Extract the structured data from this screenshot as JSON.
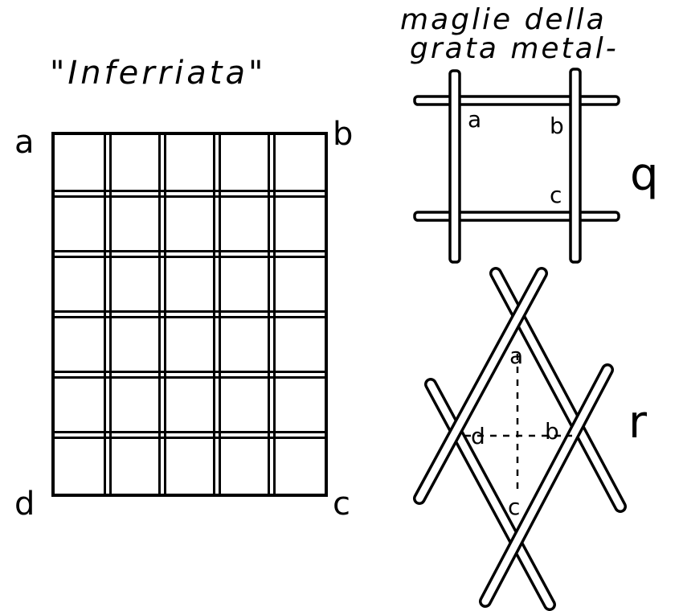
{
  "grille": {
    "title": "\"Inferriata\"",
    "corners": {
      "a": "a",
      "b": "b",
      "c": "c",
      "d": "d"
    },
    "rows": 6,
    "cols": 5
  },
  "heading": {
    "line1": "maglie della",
    "line2": "grata metal-"
  },
  "square_mesh": {
    "id": "q",
    "points": {
      "a": "a",
      "b": "b",
      "c": "c"
    }
  },
  "diamond_mesh": {
    "id": "r",
    "points": {
      "a": "a",
      "b": "b",
      "c": "c",
      "d": "d"
    }
  },
  "colors": {
    "ink": "#000000",
    "paper": "#ffffff"
  }
}
